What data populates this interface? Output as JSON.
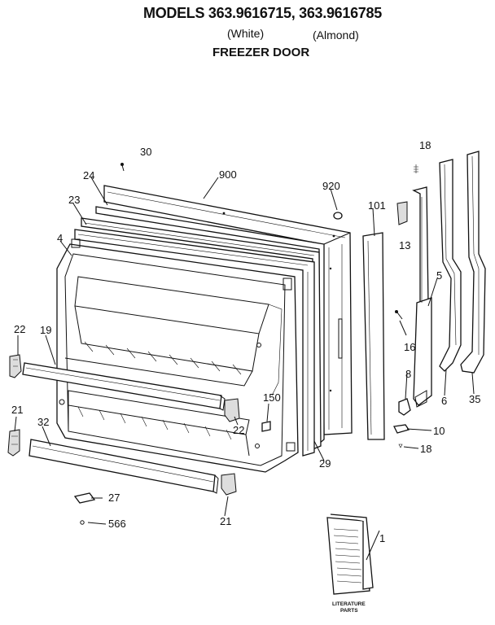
{
  "header": {
    "title": "MODELS 363.9616715, 363.9616785",
    "color_white": "(White)",
    "color_almond": "(Almond)",
    "subtitle": "FREEZER DOOR"
  },
  "parts": {
    "p30": "30",
    "p24": "24",
    "p900": "900",
    "p920": "920",
    "p101": "101",
    "p18a": "18",
    "p23": "23",
    "p4": "4",
    "p13": "13",
    "p5": "5",
    "p22a": "22",
    "p19": "19",
    "p16": "16",
    "p8": "8",
    "p6": "6",
    "p35": "35",
    "p150": "150",
    "p22b": "22",
    "p21a": "21",
    "p32": "32",
    "p29": "29",
    "p10": "10",
    "p18b": "18",
    "p27": "27",
    "p566": "566",
    "p21b": "21",
    "p1": "1"
  },
  "literature": {
    "line1": "LITERATURE",
    "line2": "PARTS"
  }
}
